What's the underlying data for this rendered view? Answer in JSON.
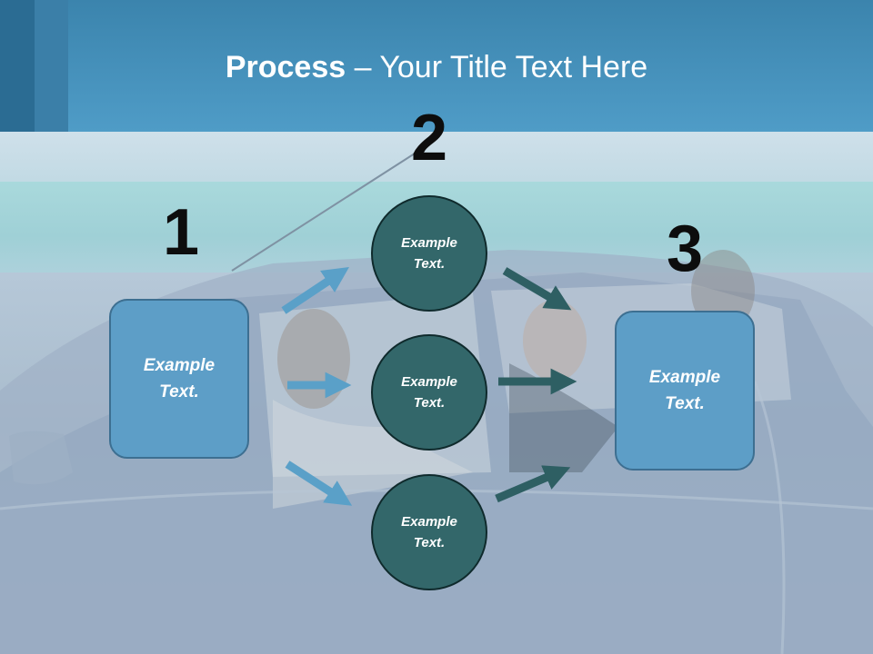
{
  "slide": {
    "title_bold": "Process",
    "title_rest": " – Your Title Text Here"
  },
  "steps": [
    {
      "number": "1",
      "label": "Example\nText."
    },
    {
      "number": "2",
      "labels": [
        "Example\nText.",
        "Example\nText.",
        "Example\nText."
      ]
    },
    {
      "number": "3",
      "label": "Example\nText."
    }
  ],
  "colors": {
    "header": "#4f9cc7",
    "box_fill": "#5d9ec7",
    "circle_fill": "#33676a",
    "arrow_in": "#5aa0c8",
    "arrow_out": "#2e5f63"
  }
}
